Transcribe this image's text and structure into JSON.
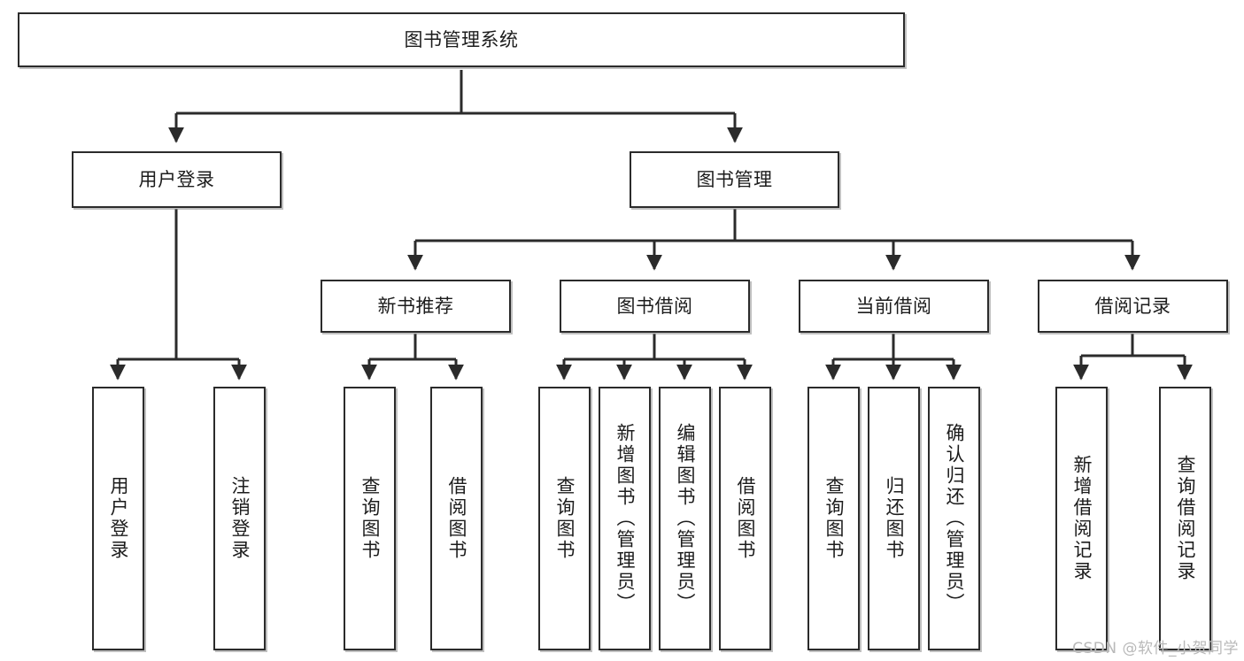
{
  "diagram": {
    "title": "图书管理系统",
    "watermark": "CSDN @软件_小贺同学",
    "colors": {
      "box_border": "#2b2b2b",
      "box_fill": "#ffffff",
      "edge": "#2b2b2b",
      "text": "#1c1c1c",
      "watermark": "#b9b9b9",
      "background": "#ffffff"
    },
    "nodes": {
      "root": {
        "label": "图书管理系统"
      },
      "level2": [
        {
          "label": "用户登录"
        },
        {
          "label": "图书管理"
        }
      ],
      "level3": [
        {
          "label": "新书推荐"
        },
        {
          "label": "图书借阅"
        },
        {
          "label": "当前借阅"
        },
        {
          "label": "借阅记录"
        }
      ],
      "leaves": {
        "user_login": [
          {
            "label": "用户登录"
          },
          {
            "label": "注销登录"
          }
        ],
        "new_book_recommend": [
          {
            "label": "查询图书"
          },
          {
            "label": "借阅图书"
          }
        ],
        "book_borrow": [
          {
            "label": "查询图书"
          },
          {
            "label": "新增图书（管理员）"
          },
          {
            "label": "编辑图书（管理员）"
          },
          {
            "label": "借阅图书"
          }
        ],
        "current_borrow": [
          {
            "label": "查询图书"
          },
          {
            "label": "归还图书"
          },
          {
            "label": "确认归还（管理员）"
          }
        ],
        "borrow_record": [
          {
            "label": "新增借阅记录"
          },
          {
            "label": "查询借阅记录"
          }
        ]
      }
    }
  }
}
